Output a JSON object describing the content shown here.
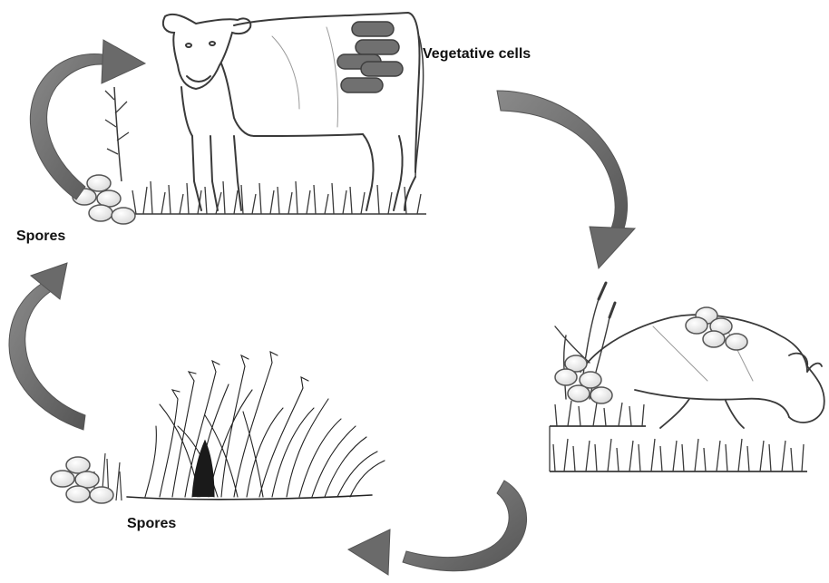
{
  "labels": {
    "vegetative_cells": "Vegetative cells",
    "spores_top": "Spores",
    "spores_bottom": "Spores"
  },
  "colors": {
    "arrow": "#6f6f6f",
    "rod": "#707070",
    "sketch": "#3a3a3a",
    "spore_fill": "#ffffff",
    "spore_stroke": "#555555"
  }
}
